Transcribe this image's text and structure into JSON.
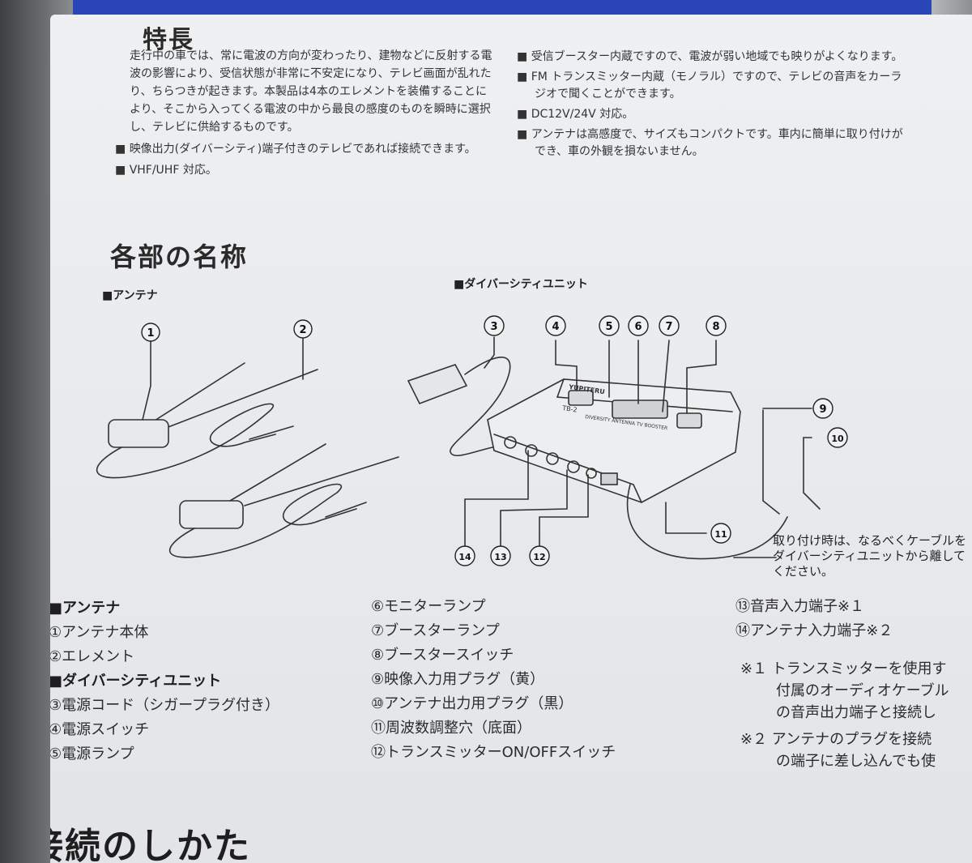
{
  "features": {
    "heading": "特長",
    "paragraph": "走行中の車では、常に電波の方向が変わったり、建物などに反射する電波の影響により、受信状態が非常に不安定になり、テレビ画面が乱れたり、ちらつきが起きます。本製品は4本のエレメントを装備することにより、そこから入ってくる電波の中から最良の感度のものを瞬時に選択し、テレビに供給するものです。",
    "left_bullets": [
      "映像出力(ダイバーシティ)端子付きのテレビであれば接続できます。",
      "VHF/UHF 対応。"
    ],
    "right_bullets": [
      "受信ブースター内蔵ですので、電波が弱い地域でも映りがよくなります。",
      "FM トランスミッター内蔵（モノラル）ですので、テレビの音声をカーラジオで聞くことができます。",
      "DC12V/24V 対応。",
      "アンテナは高感度で、サイズもコンパクトです。車内に簡単に取り付けができ、車の外観を損ないません。"
    ]
  },
  "parts": {
    "heading": "各部の名称",
    "antenna_label": "■アンテナ",
    "unit_label": "■ダイバーシティユニット",
    "callouts": [
      "1",
      "2",
      "3",
      "4",
      "5",
      "6",
      "7",
      "8",
      "9",
      "10",
      "11",
      "12",
      "13",
      "14"
    ],
    "cable_note": "取り付け時は、なるべくケーブルをダイバーシティユニットから離してください。",
    "device_brand": "YUPITERU",
    "device_model": "TB-2",
    "device_subtitle": "DIVERSITY ANTENNA TV BOOSTER",
    "list_col1": {
      "antenna_head": "■アンテナ",
      "antenna_items": [
        "①アンテナ本体",
        "②エレメント"
      ],
      "unit_head": "■ダイバーシティユニット",
      "unit_items": [
        "③電源コード（シガープラグ付き）",
        "④電源スイッチ",
        "⑤電源ランプ"
      ]
    },
    "list_col2": [
      "⑥モニターランプ",
      "⑦ブースターランプ",
      "⑧ブースタースイッチ",
      "⑨映像入力用プラグ（黄）",
      "⑩アンテナ出力用プラグ（黒）",
      "⑪周波数調整穴（底面）",
      "⑫トランスミッターON/OFFスイッチ"
    ],
    "list_col3": [
      "⑬音声入力端子※１",
      "⑭アンテナ入力端子※２"
    ],
    "notes": [
      "※１ トランスミッターを使用す",
      "付属のオーディオケーブル",
      "の音声出力端子と接続し",
      "※２ アンテナのプラグを接続",
      "の端子に差し込んでも使"
    ]
  },
  "connection": {
    "heading": "接続のしかた"
  }
}
